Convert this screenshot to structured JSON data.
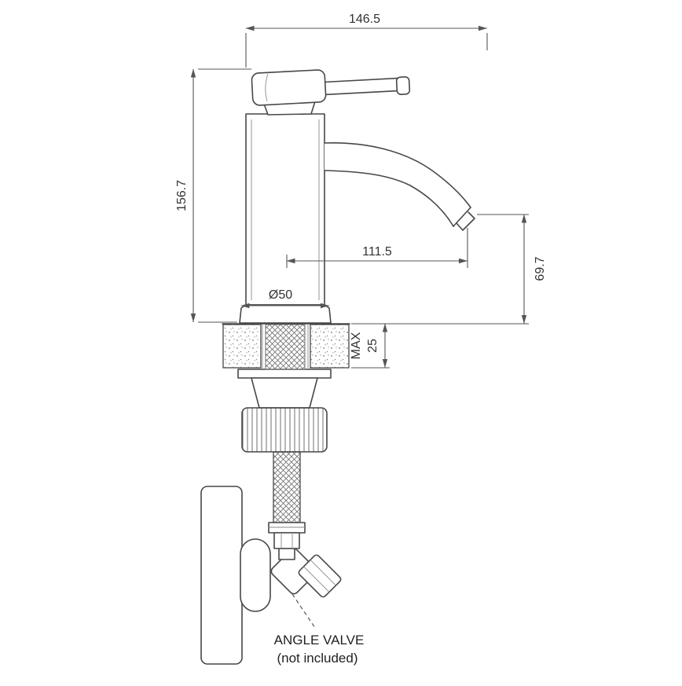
{
  "drawing": {
    "background": "#ffffff",
    "line_color": "#474747",
    "labels": {
      "overall_width": "146.5",
      "overall_height": "156.7",
      "spout_reach": "111.5",
      "spout_outlet_height": "69.7",
      "base_diameter": "Ø50",
      "deck_max": "MAX",
      "deck_thickness": "25"
    },
    "note": {
      "line1": "ANGLE VALVE",
      "line2": "(not included)"
    }
  }
}
